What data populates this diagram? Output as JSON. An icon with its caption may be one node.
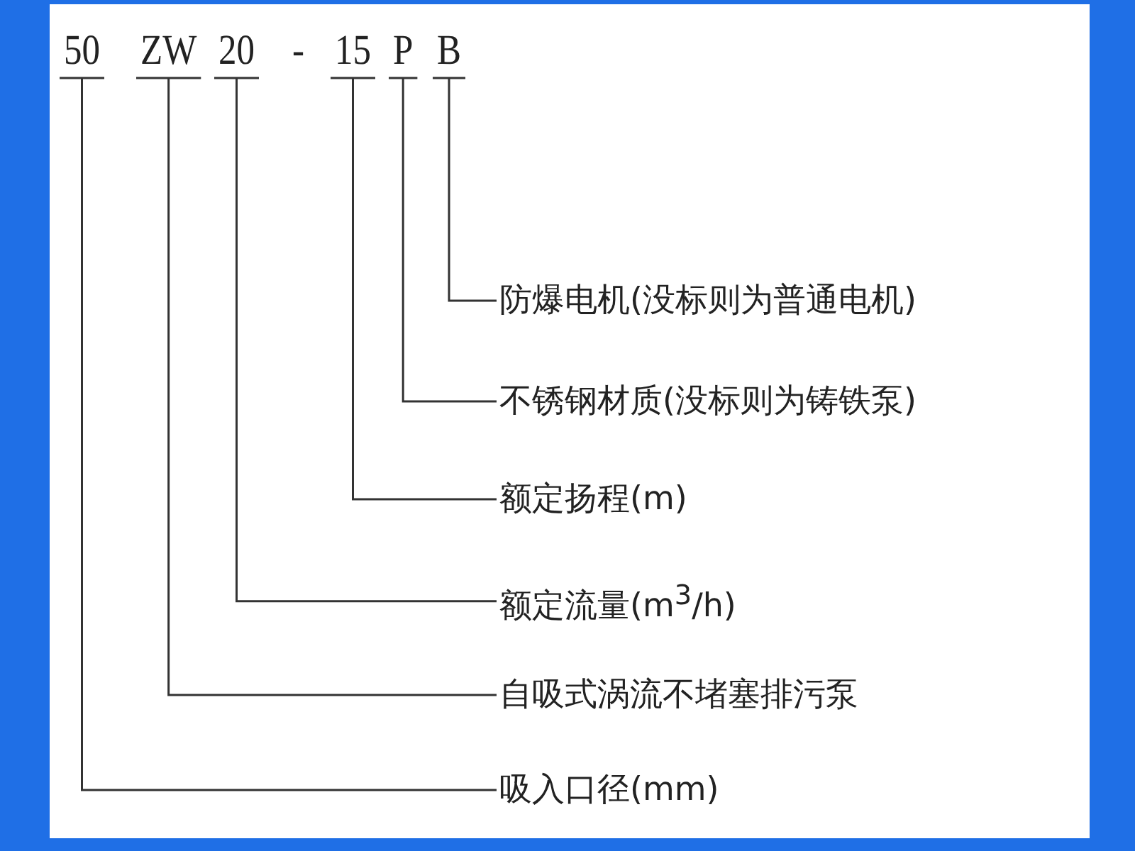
{
  "diagram": {
    "nodes": [
      {
        "text": [
          "50"
        ]
      },
      {
        "text": [
          "ZW"
        ]
      },
      {
        "text": [
          "20"
        ]
      },
      {
        "text": [
          "15"
        ]
      },
      {
        "text": [
          "P"
        ]
      },
      {
        "text": [
          "B"
        ]
      },
      {
        "text": [
          "防爆电机(没标则为普通电机)"
        ]
      },
      {
        "text": [
          "不锈钢材质(没标则为铸铁泵)"
        ]
      },
      {
        "text": [
          "额定扬程(m)"
        ]
      },
      {
        "text": [
          "额定流量(m$^{3}$/h)"
        ]
      },
      {
        "text": [
          "自吸式涡流不堵塞排污泵"
        ]
      },
      {
        "text": [
          "吸入口径(mm)"
        ]
      }
    ],
    "edges": [
      {
        "from": 5,
        "to": 6,
        "arrow": "none"
      },
      {
        "from": 4,
        "to": 7,
        "arrow": "none"
      },
      {
        "from": 3,
        "to": 8,
        "arrow": "none"
      },
      {
        "from": 2,
        "to": 9,
        "arrow": "none"
      },
      {
        "from": 1,
        "to": 10,
        "arrow": "none"
      },
      {
        "from": 0,
        "to": 11,
        "arrow": "none"
      }
    ],
    "labels": [
      "-"
    ]
  }
}
